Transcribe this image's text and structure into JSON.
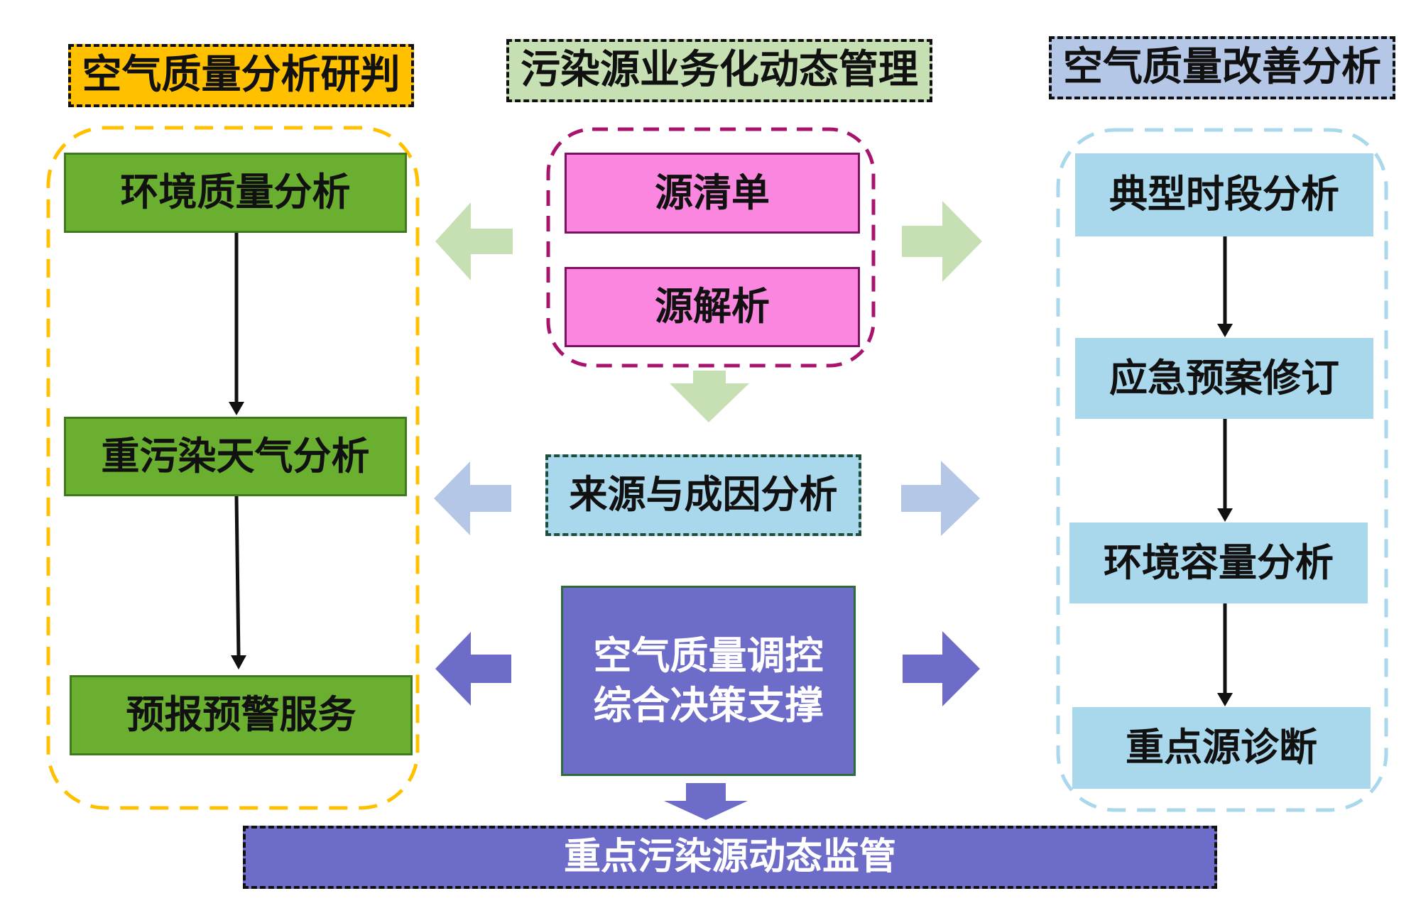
{
  "headers": {
    "left": "空气质量分析研判",
    "center": "污染源业务化动态管理",
    "right": "空气质量改善分析"
  },
  "left_column": {
    "items": [
      "环境质量分析",
      "重污染天气分析",
      "预报预警服务"
    ]
  },
  "center_column": {
    "source_items": [
      "源清单",
      "源解析"
    ],
    "cause_analysis": "来源与成因分析",
    "decision_support": [
      "空气质量调控",
      "综合决策支撑"
    ]
  },
  "right_column": {
    "items": [
      "典型时段分析",
      "应急预案修订",
      "环境容量分析",
      "重点源诊断"
    ]
  },
  "bottom_bar": "重点污染源动态监管",
  "colors": {
    "header_left_bg": "#ffc000",
    "header_center_bg": "#c6e0b4",
    "header_right_bg": "#b4c7e7",
    "left_boxes": "#6aaf30",
    "source_boxes": "#fa86df",
    "right_boxes": "#a9d7eb",
    "decision_box": "#6e6cc9",
    "arrow_light_green": "#c6e0b4",
    "arrow_light_blue": "#b4c7e7",
    "arrow_purple": "#6e6cc9"
  }
}
